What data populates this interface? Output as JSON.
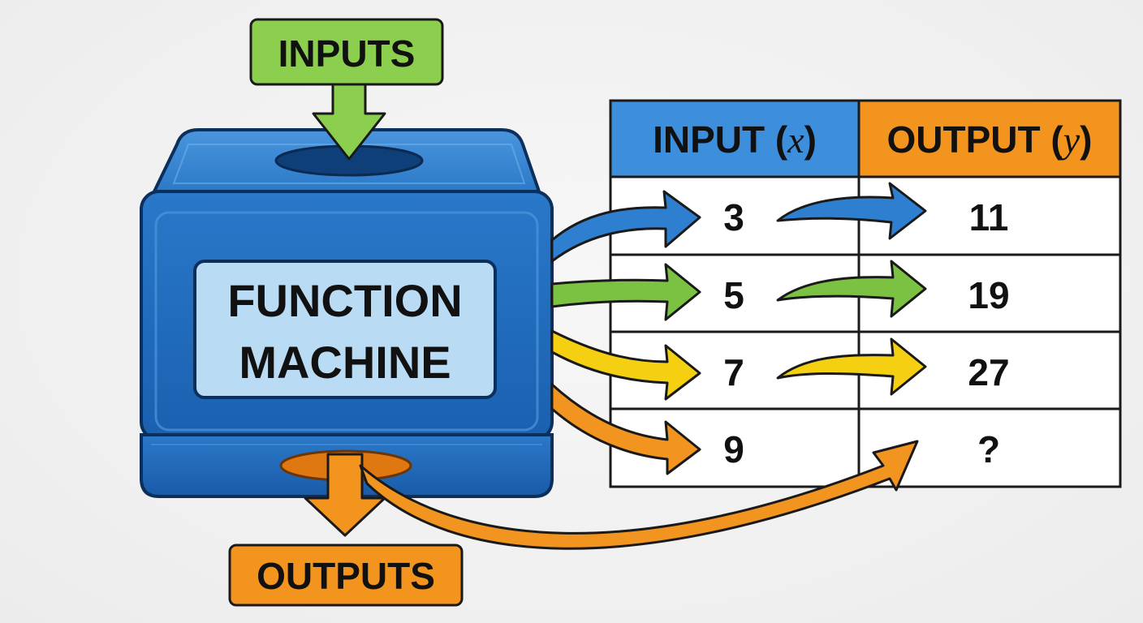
{
  "labels": {
    "inputs": "INPUTS",
    "outputs": "OUTPUTS",
    "machine_line1": "FUNCTION",
    "machine_line2": "MACHINE"
  },
  "table": {
    "header_input_text": "INPUT (",
    "header_input_var": "x",
    "header_output_text": "OUTPUT (",
    "header_output_var": "y",
    "header_close": ")",
    "rows": [
      {
        "input": "3",
        "output": "11",
        "color": "#2f7fd0"
      },
      {
        "input": "5",
        "output": "19",
        "color": "#7cc242"
      },
      {
        "input": "7",
        "output": "27",
        "color": "#f4cf12"
      },
      {
        "input": "9",
        "output": "?",
        "color": "#f29420"
      }
    ]
  },
  "colors": {
    "machine_blue": "#1f6fc4",
    "header_input_blue": "#3d8edb",
    "header_output_orange": "#f3941e",
    "inputs_green": "#8ccf4f",
    "outputs_orange": "#f3941e",
    "screen_light_blue": "#b9dcf4"
  }
}
